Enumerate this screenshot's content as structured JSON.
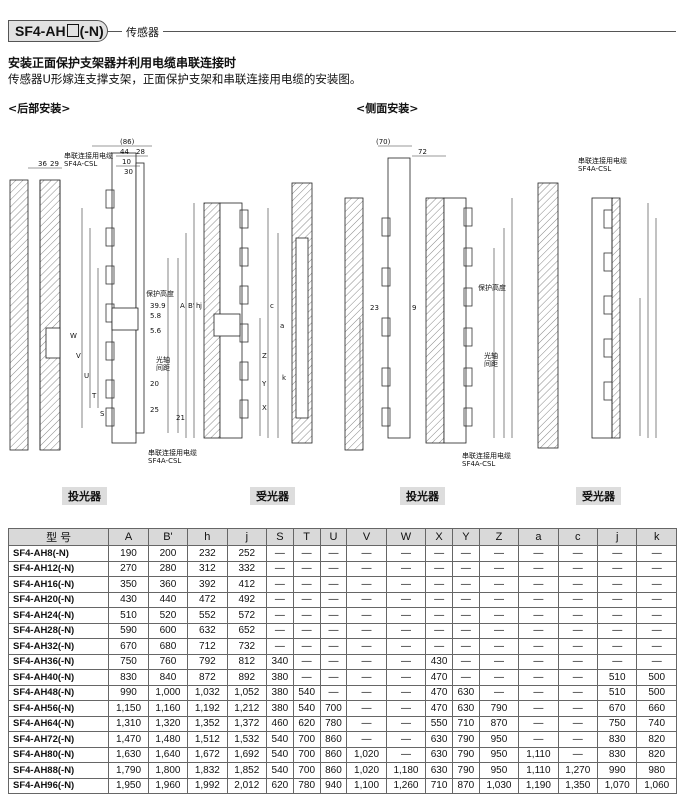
{
  "header": {
    "model_prefix": "SF4-AH",
    "model_suffix": "(-N)",
    "category": "传感器"
  },
  "title": "安装正面保护支架器并利用电缆串联连接时",
  "subtitle": "传感器U形嫁连支撑支架，正面保护支架和串联连接用电缆的安装图。",
  "sections": {
    "rear": "<后部安装>",
    "side": "<侧面安装>"
  },
  "captions": {
    "emitter_left": "投光器",
    "receiver_left": "受光器",
    "emitter_right": "投光器",
    "receiver_right": "受光器"
  },
  "diagram_labels": {
    "cable_top_left": "串联连接用电缆",
    "cable_top_left_model": "SF4A-CSL",
    "cable_bottom_left": "串联连接用电缆",
    "cable_bottom_left_model": "SF4A-CSL",
    "cable_top_right": "串联连接用电缆",
    "cable_top_right_model": "SF4A-CSL",
    "cable_bottom_right": "串联连接用电缆",
    "cable_bottom_right_model": "SF4A-CSL",
    "protect_height_left": "保护高度",
    "protect_height_right": "保护高度",
    "axis_pitch_left_1": "光轴",
    "axis_pitch_left_2": "间距",
    "axis_pitch_right_1": "光轴",
    "axis_pitch_right_2": "间距",
    "d86": "(86)",
    "d44": "44",
    "d28": "28",
    "d10": "10",
    "d30": "30",
    "d36": "36",
    "d29": "29",
    "d39_9": "39.9",
    "d5_8": "5.8",
    "d5_6": "5.6",
    "d20": "20",
    "d25": "25",
    "d21": "21",
    "d70": "(70)",
    "d72": "72",
    "d9": "9",
    "d23": "23",
    "lA": "A",
    "lB": "B'",
    "lh": "h",
    "lj": "j",
    "lW": "W",
    "lV": "V",
    "lU": "U",
    "lT": "T",
    "lS": "S",
    "lc": "c",
    "la": "a",
    "lZ": "Z",
    "lk": "k",
    "lY": "Y",
    "lX": "X"
  },
  "table": {
    "headers": [
      "型 号",
      "A",
      "B'",
      "h",
      "j",
      "S",
      "T",
      "U",
      "V",
      "W",
      "X",
      "Y",
      "Z",
      "a",
      "c",
      "j",
      "k"
    ],
    "rows": [
      [
        "SF4-AH8(-N)",
        "190",
        "200",
        "232",
        "252",
        "—",
        "—",
        "—",
        "—",
        "—",
        "—",
        "—",
        "—",
        "—",
        "—",
        "—",
        "—"
      ],
      [
        "SF4-AH12(-N)",
        "270",
        "280",
        "312",
        "332",
        "—",
        "—",
        "—",
        "—",
        "—",
        "—",
        "—",
        "—",
        "—",
        "—",
        "—",
        "—"
      ],
      [
        "SF4-AH16(-N)",
        "350",
        "360",
        "392",
        "412",
        "—",
        "—",
        "—",
        "—",
        "—",
        "—",
        "—",
        "—",
        "—",
        "—",
        "—",
        "—"
      ],
      [
        "SF4-AH20(-N)",
        "430",
        "440",
        "472",
        "492",
        "—",
        "—",
        "—",
        "—",
        "—",
        "—",
        "—",
        "—",
        "—",
        "—",
        "—",
        "—"
      ],
      [
        "SF4-AH24(-N)",
        "510",
        "520",
        "552",
        "572",
        "—",
        "—",
        "—",
        "—",
        "—",
        "—",
        "—",
        "—",
        "—",
        "—",
        "—",
        "—"
      ],
      [
        "SF4-AH28(-N)",
        "590",
        "600",
        "632",
        "652",
        "—",
        "—",
        "—",
        "—",
        "—",
        "—",
        "—",
        "—",
        "—",
        "—",
        "—",
        "—"
      ],
      [
        "SF4-AH32(-N)",
        "670",
        "680",
        "712",
        "732",
        "—",
        "—",
        "—",
        "—",
        "—",
        "—",
        "—",
        "—",
        "—",
        "—",
        "—",
        "—"
      ],
      [
        "SF4-AH36(-N)",
        "750",
        "760",
        "792",
        "812",
        "340",
        "—",
        "—",
        "—",
        "—",
        "430",
        "—",
        "—",
        "—",
        "—",
        "—",
        "—"
      ],
      [
        "SF4-AH40(-N)",
        "830",
        "840",
        "872",
        "892",
        "380",
        "—",
        "—",
        "—",
        "—",
        "470",
        "—",
        "—",
        "—",
        "—",
        "510",
        "500"
      ],
      [
        "SF4-AH48(-N)",
        "990",
        "1,000",
        "1,032",
        "1,052",
        "380",
        "540",
        "—",
        "—",
        "—",
        "470",
        "630",
        "—",
        "—",
        "—",
        "510",
        "500"
      ],
      [
        "SF4-AH56(-N)",
        "1,150",
        "1,160",
        "1,192",
        "1,212",
        "380",
        "540",
        "700",
        "—",
        "—",
        "470",
        "630",
        "790",
        "—",
        "—",
        "670",
        "660"
      ],
      [
        "SF4-AH64(-N)",
        "1,310",
        "1,320",
        "1,352",
        "1,372",
        "460",
        "620",
        "780",
        "—",
        "—",
        "550",
        "710",
        "870",
        "—",
        "—",
        "750",
        "740"
      ],
      [
        "SF4-AH72(-N)",
        "1,470",
        "1,480",
        "1,512",
        "1,532",
        "540",
        "700",
        "860",
        "—",
        "—",
        "630",
        "790",
        "950",
        "—",
        "—",
        "830",
        "820"
      ],
      [
        "SF4-AH80(-N)",
        "1,630",
        "1,640",
        "1,672",
        "1,692",
        "540",
        "700",
        "860",
        "1,020",
        "—",
        "630",
        "790",
        "950",
        "1,110",
        "—",
        "830",
        "820"
      ],
      [
        "SF4-AH88(-N)",
        "1,790",
        "1,800",
        "1,832",
        "1,852",
        "540",
        "700",
        "860",
        "1,020",
        "1,180",
        "630",
        "790",
        "950",
        "1,110",
        "1,270",
        "990",
        "980"
      ],
      [
        "SF4-AH96(-N)",
        "1,950",
        "1,960",
        "1,992",
        "2,012",
        "620",
        "780",
        "940",
        "1,100",
        "1,260",
        "710",
        "870",
        "1,030",
        "1,190",
        "1,350",
        "1,070",
        "1,060"
      ]
    ]
  }
}
